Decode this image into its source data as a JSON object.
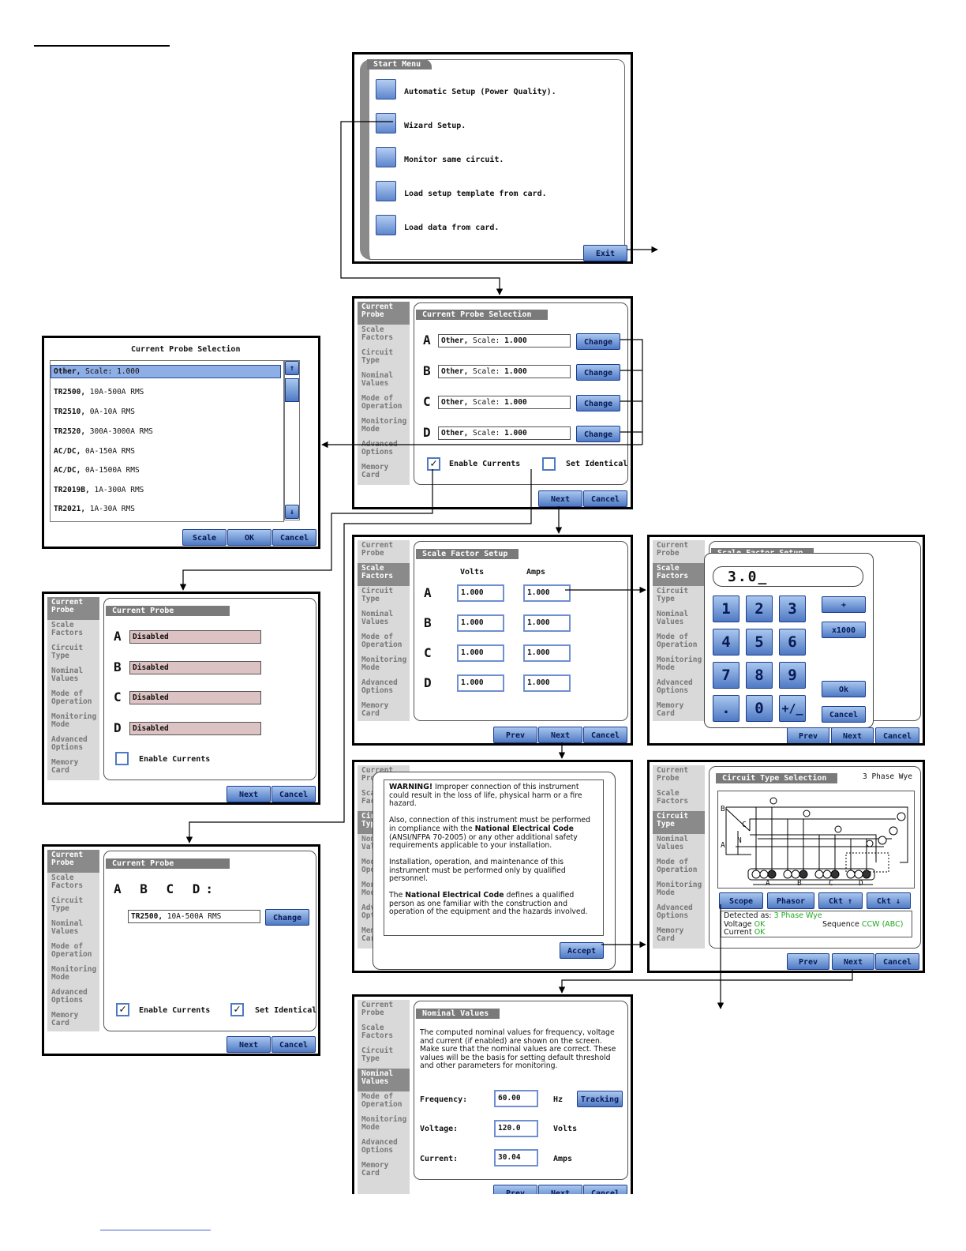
{
  "sidebar": [
    "Current Probe",
    "Scale Factors",
    "Circuit Type",
    "Nominal Values",
    "Mode of Operation",
    "Monitoring Mode",
    "Advanced Options",
    "Memory Card"
  ],
  "buttons": {
    "next": "Next",
    "prev": "Prev",
    "cancel": "Cancel",
    "ok": "Ok",
    "ok_caps": "OK",
    "scale": "Scale",
    "change": "Change",
    "exit": "Exit",
    "accept": "Accept"
  },
  "start_menu": {
    "title": "Start Menu",
    "items": [
      "Automatic Setup (Power Quality).",
      "Wizard Setup.",
      "Monitor same circuit.",
      "Load setup template from card.",
      "Load data from card."
    ]
  },
  "probe_screen": {
    "title": "Current Probe Selection",
    "phases": [
      "A",
      "B",
      "C",
      "D"
    ],
    "value_name": "Other,",
    "value_rest": " Scale: ",
    "value_num": "1.000",
    "enable": "Enable Currents",
    "identical": "Set Identical"
  },
  "probe_list": {
    "title": "Current Probe Selection",
    "items": [
      {
        "name": "Other,",
        "rest": " Scale: 1.000"
      },
      {
        "name": "TR2500,",
        "rest": " 10A-500A RMS"
      },
      {
        "name": "TR2510,",
        "rest": " 0A-10A RMS"
      },
      {
        "name": "TR2520,",
        "rest": " 300A-3000A RMS"
      },
      {
        "name": "AC/DC,",
        "rest": " 0A-150A  RMS"
      },
      {
        "name": "AC/DC,",
        "rest": " 0A-1500A RMS"
      },
      {
        "name": "TR2019B,",
        "rest": " 1A-300A RMS"
      },
      {
        "name": "TR2021,",
        "rest": " 1A-30A RMS"
      }
    ],
    "up": "↑",
    "down": "↓"
  },
  "disabled_screen": {
    "title": "Current Probe Selection",
    "value": "Disabled",
    "enable": "Enable Currents"
  },
  "identical_screen": {
    "title": "Current Probe Selection",
    "heading": "A B C D:",
    "probe_name": "TR2500,",
    "probe_rest": " 10A-500A RMS",
    "enable": "Enable Currents",
    "identical": "Set Identical"
  },
  "scale_screen": {
    "title": "Scale Factor Setup",
    "col_volts": "Volts",
    "col_amps": "Amps",
    "value": "1.000"
  },
  "keypad": {
    "title": "Scale Factor Setup",
    "display": "3.0_",
    "keys": [
      "1",
      "2",
      "3",
      "4",
      "5",
      "6",
      "7",
      "8",
      "9",
      ".",
      "0",
      "+/_"
    ],
    "plus": "+",
    "times": "x1000"
  },
  "warning": {
    "p1_bold": "WARNING!",
    "p1": " Improper connection of this instrument could result in the loss of life, physical harm or a fire hazard.",
    "p2a": "Also, connection of this instrument must be performed in compliance with the ",
    "p2b": "National Electrical Code",
    "p2c": " (ANSI/NFPA 70-2005) or any other additional safety requirements applicable to your installation.",
    "p3": "Installation, operation, and maintenance of this instrument must be performed only by qualified personnel.",
    "p4a": "The ",
    "p4b": "National Electrical Code",
    "p4c": " defines a qualified person as one familiar with the construction and operation of the equipment and the hazards involved."
  },
  "circuit": {
    "title": "Circuit Type Selection",
    "type": "3 Phase Wye",
    "tabs": [
      "Scope",
      "Phasor",
      "Ckt ↑",
      "Ckt ↓"
    ],
    "detected_label": "Detected as: ",
    "detected": "3 Phase Wye",
    "voltage_label": "Voltage ",
    "current_label": "Current ",
    "ok": "OK",
    "sequence_label": "Sequence ",
    "sequence": "CCW (ABC)",
    "wire_labels": [
      "B",
      "C",
      "N",
      "A",
      "A",
      "B",
      "C",
      "D"
    ],
    "ok_color": "#1fa81f"
  },
  "nominal": {
    "title": "Nominal Values",
    "desc": "The computed nominal values for frequency, voltage and current (if enabled) are shown on the screen. Make sure that the nominal values are correct. These values will be the basis for setting default threshold and other parameters for monitoring.",
    "freq_label": "Frequency:",
    "freq": "60.00",
    "freq_unit": "Hz",
    "tracking": "Tracking",
    "volt_label": "Voltage:",
    "volt": "120.0",
    "volt_unit": "Volts",
    "curr_label": "Current:",
    "curr": "30.04",
    "curr_unit": "Amps"
  }
}
